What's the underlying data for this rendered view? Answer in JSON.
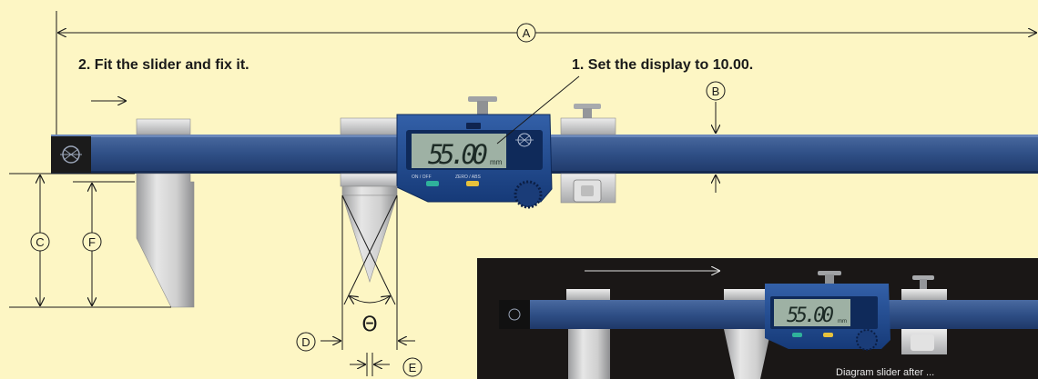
{
  "steps": {
    "fit_slider": "2. Fit the slider and fix it.",
    "set_display": "1. Set the display to 10.00."
  },
  "dimension_labels": {
    "a": "A",
    "b": "B",
    "c": "C",
    "d": "D",
    "e": "E",
    "f": "F",
    "theta": "Θ"
  },
  "display": {
    "main_reading": "55.00",
    "main_unit": "mm",
    "inset_reading": "55.00",
    "inset_unit": "mm",
    "button_left": "ON / OFF",
    "button_right": "ZERO / ABS"
  },
  "inset": {
    "caption": "Diagram slider after ..."
  },
  "colors": {
    "background": "#fdf6c4",
    "beam": "#2f4f86",
    "display_body": "#1e4a8f",
    "lcd": "#9eb1a4",
    "steel": "#c9cacb",
    "inset_background": "#1a1716"
  }
}
